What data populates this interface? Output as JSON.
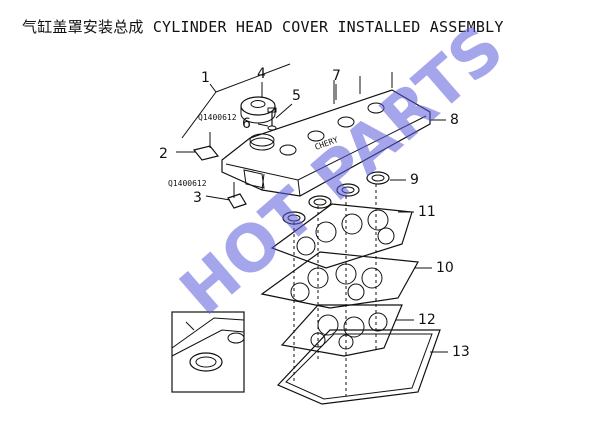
{
  "title": "气缸盖罩安装总成 CYLINDER HEAD COVER INSTALLED ASSEMBLY",
  "watermark": "HOT PARTS",
  "part_codes": [
    "Q1400612",
    "Q1400612"
  ],
  "callouts": [
    "1",
    "2",
    "3",
    "4",
    "5",
    "6",
    "7",
    "8",
    "9",
    "10",
    "11",
    "12",
    "13"
  ],
  "cover_marking": "CHERY",
  "colors": {
    "line": "#111111",
    "watermark": "#5b5bdc",
    "background": "#ffffff"
  }
}
